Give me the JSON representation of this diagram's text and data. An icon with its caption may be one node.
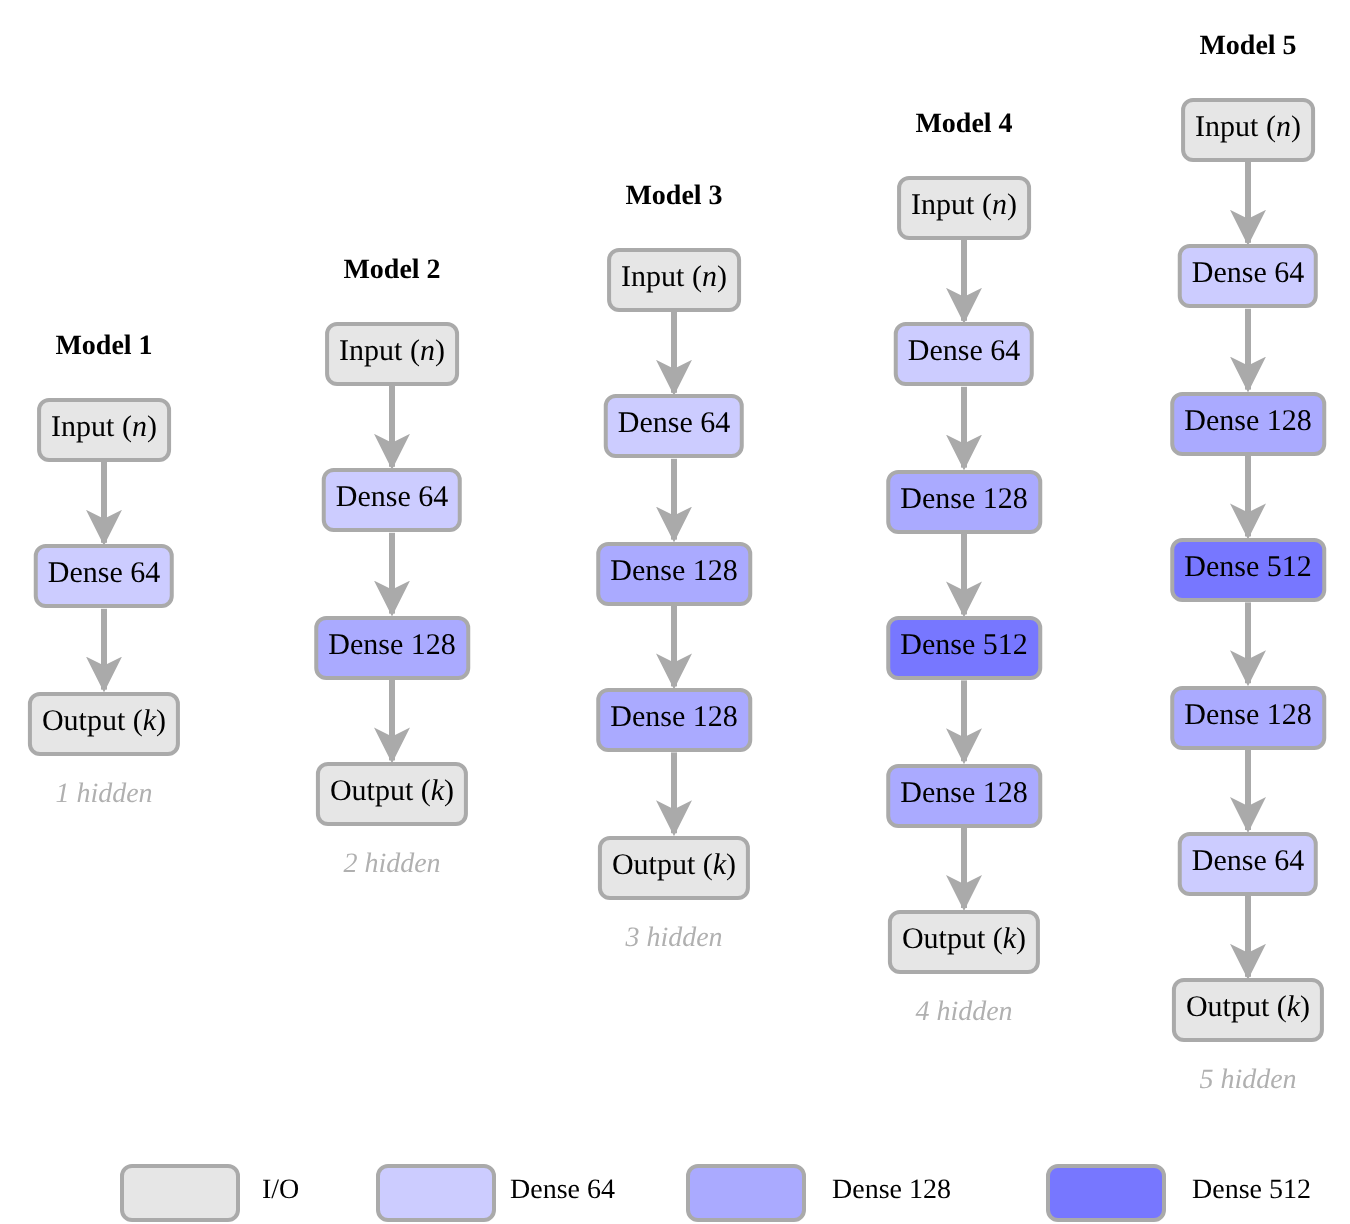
{
  "diagram": {
    "nodes": [
      {
        "text": [
          "Input (*n*)"
        ]
      },
      {
        "text": [
          "Dense 64"
        ]
      },
      {
        "text": [
          "Output (*k*)"
        ]
      },
      {
        "text": [
          "Input (*n*)"
        ]
      },
      {
        "text": [
          "Dense 64"
        ]
      },
      {
        "text": [
          "Dense 128"
        ]
      },
      {
        "text": [
          "Output (*k*)"
        ]
      },
      {
        "text": [
          "Input (*n*)"
        ]
      },
      {
        "text": [
          "Dense 64"
        ]
      },
      {
        "text": [
          "Dense 128"
        ]
      },
      {
        "text": [
          "Dense 128"
        ]
      },
      {
        "text": [
          "Output (*k*)"
        ]
      },
      {
        "text": [
          "Input (*n*)"
        ]
      },
      {
        "text": [
          "Dense 64"
        ]
      },
      {
        "text": [
          "Dense 128"
        ]
      },
      {
        "text": [
          "Dense 512"
        ]
      },
      {
        "text": [
          "Dense 128"
        ]
      },
      {
        "text": [
          "Output (*k*)"
        ]
      },
      {
        "text": [
          "Input (*n*)"
        ]
      },
      {
        "text": [
          "Dense 64"
        ]
      },
      {
        "text": [
          "Dense 128"
        ]
      },
      {
        "text": [
          "Dense 512"
        ]
      },
      {
        "text": [
          "Dense 128"
        ]
      },
      {
        "text": [
          "Dense 64"
        ]
      },
      {
        "text": [
          "Output (*k*)"
        ]
      }
    ],
    "edges": [
      {
        "from": 0,
        "to": 1,
        "arrow": "to"
      },
      {
        "from": 1,
        "to": 2,
        "arrow": "to"
      },
      {
        "from": 3,
        "to": 4,
        "arrow": "to"
      },
      {
        "from": 4,
        "to": 5,
        "arrow": "to"
      },
      {
        "from": 5,
        "to": 6,
        "arrow": "to"
      },
      {
        "from": 7,
        "to": 8,
        "arrow": "to"
      },
      {
        "from": 8,
        "to": 9,
        "arrow": "to"
      },
      {
        "from": 9,
        "to": 10,
        "arrow": "to"
      },
      {
        "from": 10,
        "to": 11,
        "arrow": "to"
      },
      {
        "from": 12,
        "to": 13,
        "arrow": "to"
      },
      {
        "from": 13,
        "to": 14,
        "arrow": "to"
      },
      {
        "from": 14,
        "to": 15,
        "arrow": "to"
      },
      {
        "from": 15,
        "to": 16,
        "arrow": "to"
      },
      {
        "from": 16,
        "to": 17,
        "arrow": "to"
      },
      {
        "from": 18,
        "to": 19,
        "arrow": "to"
      },
      {
        "from": 19,
        "to": 20,
        "arrow": "to"
      },
      {
        "from": 20,
        "to": 21,
        "arrow": "to"
      },
      {
        "from": 21,
        "to": 22,
        "arrow": "to"
      },
      {
        "from": 22,
        "to": 23,
        "arrow": "to"
      },
      {
        "from": 23,
        "to": 24,
        "arrow": "to"
      }
    ],
    "labels": [
      "Model 1",
      "1 hidden",
      "Model 2",
      "2 hidden",
      "Model 3",
      "3 hidden",
      "Model 4",
      "4 hidden",
      "Model 5",
      "5 hidden"
    ],
    "legend": [
      {
        "text": "I/O",
        "color": "#e6e6e6"
      },
      {
        "text": "Dense 64",
        "color": "#ccccff"
      },
      {
        "text": "Dense 128",
        "color": "#aaaaff"
      },
      {
        "text": "Dense 512",
        "color": "#7777ff"
      }
    ]
  }
}
